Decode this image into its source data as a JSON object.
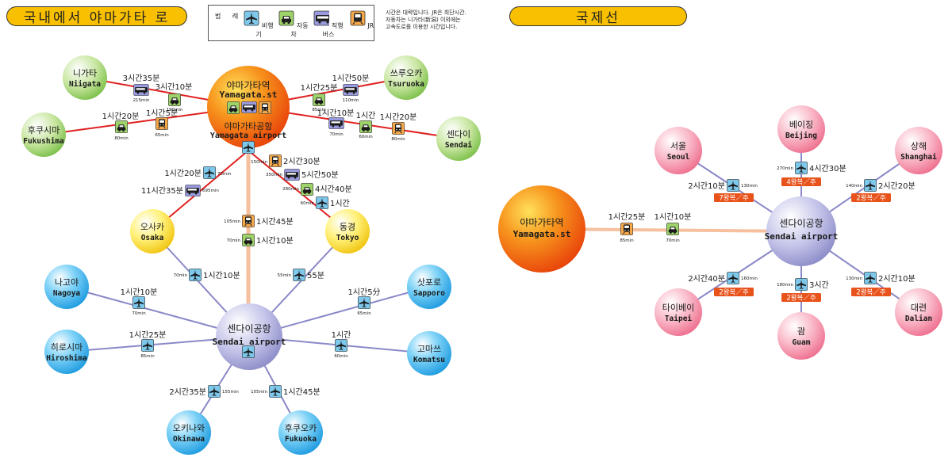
{
  "header": {
    "domestic_banner": "국내에서 야마가타 로",
    "international_banner": "국제선",
    "legend_title": "범 례",
    "legend": [
      {
        "icon": "airplane-icon",
        "label": "비행기",
        "color": "#7ec8ec"
      },
      {
        "icon": "car-icon",
        "label": "자동차",
        "color": "#9ed36a"
      },
      {
        "icon": "bus-icon",
        "label": "직행 버스",
        "color": "#9a9ae0"
      },
      {
        "icon": "train-icon",
        "label": "JR",
        "color": "#f6a94a"
      }
    ],
    "note_lines": [
      "시간은 대략입니다. JR은 최단시간.",
      "자동차는 니가타(新潟) 이외에는",
      "고속도로를 이용한 시간입니다."
    ]
  },
  "colors": {
    "jr_line": "#e02020",
    "air_line": "#8a88c8",
    "rail_main": "#f6c09e",
    "banner": "#f8c000",
    "tag": "#e8531c"
  },
  "nodes": {
    "yamagata_st": {
      "ko": "야마가타역",
      "en": "Yamagata.st"
    },
    "yamagata_airport": {
      "ko": "야마가타공항",
      "en": "Yamagata airport"
    },
    "niigata": {
      "ko": "니가타",
      "en": "Niigata"
    },
    "fukushima": {
      "ko": "후쿠시마",
      "en": "Fukushima"
    },
    "tsuruoka": {
      "ko": "쓰루오카",
      "en": "Tsuruoka"
    },
    "sendai": {
      "ko": "센다이",
      "en": "Sendai"
    },
    "osaka": {
      "ko": "오사카",
      "en": "Osaka"
    },
    "tokyo": {
      "ko": "동경",
      "en": "Tokyo"
    },
    "sendai_airport": {
      "ko": "센다이공항",
      "en": "Sendai airport"
    },
    "nagoya": {
      "ko": "나고야",
      "en": "Nagoya"
    },
    "hiroshima": {
      "ko": "히로시마",
      "en": "Hiroshima"
    },
    "okinawa": {
      "ko": "오키나와",
      "en": "Okinawa"
    },
    "fukuoka": {
      "ko": "후쿠오카",
      "en": "Fukuoka"
    },
    "sapporo": {
      "ko": "삿포로",
      "en": "Sapporo"
    },
    "komatsu": {
      "ko": "고마쓰",
      "en": "Komatsu"
    },
    "intl_yamagata_st": {
      "ko": "야마가타역",
      "en": "Yamagata.st"
    },
    "intl_sendai_airport": {
      "ko": "센다이공항",
      "en": "Sendai airport"
    },
    "seoul": {
      "ko": "서울",
      "en": "Seoul"
    },
    "beijing": {
      "ko": "베이징",
      "en": "Beijing"
    },
    "shanghai": {
      "ko": "상해",
      "en": "Shanghai"
    },
    "taipei": {
      "ko": "타이베이",
      "en": "Taipei"
    },
    "guam": {
      "ko": "괌",
      "en": "Guam"
    },
    "dalian": {
      "ko": "대련",
      "en": "Dalian"
    }
  },
  "routes": {
    "niigata_bus": {
      "time": "3시간35분",
      "sub": "215min"
    },
    "niigata_car": {
      "time": "3시간10분",
      "sub": "190min"
    },
    "fukushima_car": {
      "time": "1시간20분",
      "sub": "80min"
    },
    "fukushima_jr": {
      "time": "1시간5분",
      "sub": "65min"
    },
    "tsuruoka_car": {
      "time": "1시간25분",
      "sub": "85min"
    },
    "tsuruoka_bus": {
      "time": "1시간50분",
      "sub": "110min"
    },
    "sendai_bus": {
      "time": "1시간10분",
      "sub": "70min"
    },
    "sendai_car": {
      "time": "1시간",
      "sub": "60min"
    },
    "sendai_jr": {
      "time": "1시간20분",
      "sub": "80min"
    },
    "osaka_air": {
      "time": "1시간20분",
      "sub": "75min"
    },
    "osaka_bus": {
      "time": "11시간35분",
      "sub": "695min"
    },
    "tokyo_jr": {
      "time": "2시간30분",
      "sub": "150min"
    },
    "tokyo_bus": {
      "time": "5시간50분",
      "sub": "350min"
    },
    "tokyo_car": {
      "time": "4시간40분",
      "sub": "280min"
    },
    "tokyo_air": {
      "time": "1시간",
      "sub": "60min"
    },
    "sendai_ap_jr": {
      "time": "1시간45분",
      "sub": "105min"
    },
    "sendai_ap_car": {
      "time": "1시간10분",
      "sub": "70min"
    },
    "osaka_sdj": {
      "time": "1시간10분",
      "sub": "70min"
    },
    "tokyo_sdj": {
      "time": "55분",
      "sub": "55min"
    },
    "nagoya": {
      "time": "1시간10분",
      "sub": "70min"
    },
    "hiroshima": {
      "time": "1시간25분",
      "sub": "85min"
    },
    "okinawa": {
      "time": "2시간35분",
      "sub": "155min"
    },
    "fukuoka": {
      "time": "1시간45분",
      "sub": "105min"
    },
    "sapporo": {
      "time": "1시간5分",
      "sub": "65min"
    },
    "komatsu": {
      "time": "1시간",
      "sub": "60min"
    },
    "intl_jr": {
      "time": "1시간25분",
      "sub": "85min"
    },
    "intl_car": {
      "time": "1시간10분",
      "sub": "70min"
    },
    "seoul": {
      "time": "2시간10분",
      "sub": "130min",
      "freq": "7왕복／주"
    },
    "beijing": {
      "time": "4시간30분",
      "sub": "270min",
      "freq": "4왕복／주"
    },
    "shanghai": {
      "time": "2시간20분",
      "sub": "140min",
      "freq": "2왕복／주"
    },
    "taipei": {
      "time": "2시간40분",
      "sub": "160min",
      "freq": "2왕복／주"
    },
    "guam": {
      "time": "3시간",
      "sub": "180min",
      "freq": "2왕복／주"
    },
    "dalian": {
      "time": "2시간10분",
      "sub": "130min",
      "freq": "2왕복／주"
    }
  }
}
